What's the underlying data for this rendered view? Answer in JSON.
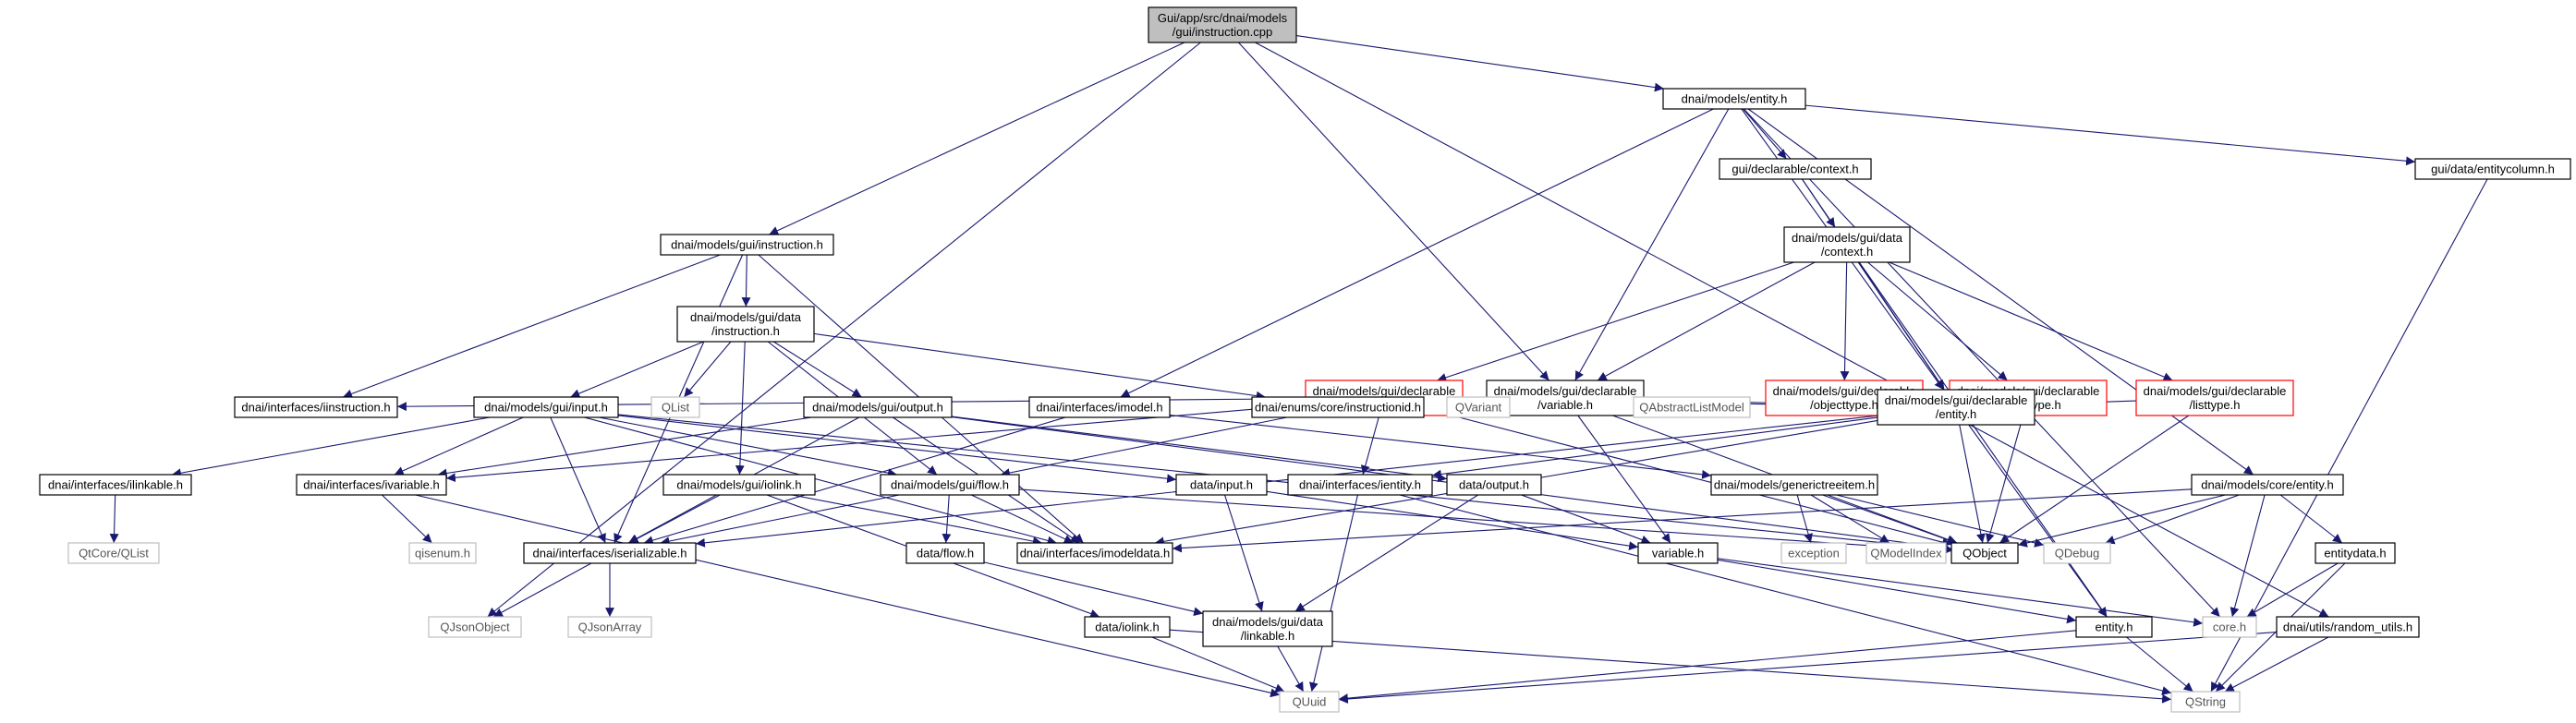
{
  "graph": {
    "nodes": [
      {
        "id": "root",
        "lines": [
          "Gui/app/src/dnai/models",
          "/gui/instruction.cpp"
        ],
        "style": "root"
      },
      {
        "id": "entity_h",
        "lines": [
          "dnai/models/entity.h"
        ],
        "style": "normal"
      },
      {
        "id": "gui_instruction_h",
        "lines": [
          "dnai/models/gui/instruction.h"
        ],
        "style": "normal"
      },
      {
        "id": "context_h",
        "lines": [
          "gui/declarable/context.h"
        ],
        "style": "normal"
      },
      {
        "id": "entitycolumn",
        "lines": [
          "gui/data/entitycolumn.h"
        ],
        "style": "normal"
      },
      {
        "id": "data_context",
        "lines": [
          "dnai/models/gui/data",
          "/context.h"
        ],
        "style": "normal"
      },
      {
        "id": "data_instruction",
        "lines": [
          "dnai/models/gui/data",
          "/instruction.h"
        ],
        "style": "normal"
      },
      {
        "id": "decl_function",
        "lines": [
          "dnai/models/gui/declarable",
          "/function.h"
        ],
        "style": "red"
      },
      {
        "id": "decl_variable",
        "lines": [
          "dnai/models/gui/declarable",
          "/variable.h"
        ],
        "style": "normal"
      },
      {
        "id": "decl_objecttype",
        "lines": [
          "dnai/models/gui/declarable",
          "/objecttype.h"
        ],
        "style": "red"
      },
      {
        "id": "decl_enumtype",
        "lines": [
          "dnai/models/gui/declarable",
          "/enumtype.h"
        ],
        "style": "red"
      },
      {
        "id": "decl_listtype",
        "lines": [
          "dnai/models/gui/declarable",
          "/listtype.h"
        ],
        "style": "red"
      },
      {
        "id": "iinstruction",
        "lines": [
          "dnai/interfaces/iinstruction.h"
        ],
        "style": "normal"
      },
      {
        "id": "qlist",
        "lines": [
          "QList"
        ],
        "style": "sys"
      },
      {
        "id": "gui_input",
        "lines": [
          "dnai/models/gui/input.h"
        ],
        "style": "normal"
      },
      {
        "id": "gui_output",
        "lines": [
          "dnai/models/gui/output.h"
        ],
        "style": "normal"
      },
      {
        "id": "imodel",
        "lines": [
          "dnai/interfaces/imodel.h"
        ],
        "style": "normal"
      },
      {
        "id": "qvariant",
        "lines": [
          "QVariant"
        ],
        "style": "sys"
      },
      {
        "id": "instructionid",
        "lines": [
          "dnai/enums/core/instructionid.h"
        ],
        "style": "normal"
      },
      {
        "id": "qabstractlistmodel",
        "lines": [
          "QAbstractListModel"
        ],
        "style": "sys"
      },
      {
        "id": "decl_entity",
        "lines": [
          "dnai/models/gui/declarable",
          "/entity.h"
        ],
        "style": "normal"
      },
      {
        "id": "ilinkable",
        "lines": [
          "dnai/interfaces/ilinkable.h"
        ],
        "style": "normal"
      },
      {
        "id": "ivariable",
        "lines": [
          "dnai/interfaces/ivariable.h"
        ],
        "style": "normal"
      },
      {
        "id": "iolink_h",
        "lines": [
          "dnai/models/gui/iolink.h"
        ],
        "style": "normal"
      },
      {
        "id": "gui_flow",
        "lines": [
          "dnai/models/gui/flow.h"
        ],
        "style": "normal"
      },
      {
        "id": "data_input",
        "lines": [
          "data/input.h"
        ],
        "style": "normal"
      },
      {
        "id": "ientity",
        "lines": [
          "dnai/interfaces/ientity.h"
        ],
        "style": "normal"
      },
      {
        "id": "data_output",
        "lines": [
          "data/output.h"
        ],
        "style": "normal"
      },
      {
        "id": "generictreeitem",
        "lines": [
          "dnai/models/generictreeitem.h"
        ],
        "style": "normal"
      },
      {
        "id": "core_entity",
        "lines": [
          "dnai/models/core/entity.h"
        ],
        "style": "normal"
      },
      {
        "id": "qtcore_qlist",
        "lines": [
          "QtCore/QList"
        ],
        "style": "sys"
      },
      {
        "id": "qisenum",
        "lines": [
          "qisenum.h"
        ],
        "style": "sys"
      },
      {
        "id": "iserializable",
        "lines": [
          "dnai/interfaces/iserializable.h"
        ],
        "style": "normal"
      },
      {
        "id": "data_flow",
        "lines": [
          "data/flow.h"
        ],
        "style": "normal"
      },
      {
        "id": "imodeldata",
        "lines": [
          "dnai/interfaces/imodeldata.h"
        ],
        "style": "normal"
      },
      {
        "id": "variable_h",
        "lines": [
          "variable.h"
        ],
        "style": "normal"
      },
      {
        "id": "exception",
        "lines": [
          "exception"
        ],
        "style": "sys"
      },
      {
        "id": "qmodelindex",
        "lines": [
          "QModelIndex"
        ],
        "style": "sys"
      },
      {
        "id": "qobject",
        "lines": [
          "QObject"
        ],
        "style": "normal"
      },
      {
        "id": "qdebug",
        "lines": [
          "QDebug"
        ],
        "style": "sys"
      },
      {
        "id": "entitydata",
        "lines": [
          "entitydata.h"
        ],
        "style": "normal"
      },
      {
        "id": "qjsonobject",
        "lines": [
          "QJsonObject"
        ],
        "style": "sys"
      },
      {
        "id": "qjsonarray",
        "lines": [
          "QJsonArray"
        ],
        "style": "sys"
      },
      {
        "id": "data_iolink",
        "lines": [
          "data/iolink.h"
        ],
        "style": "normal"
      },
      {
        "id": "data_linkable",
        "lines": [
          "dnai/models/gui/data",
          "/linkable.h"
        ],
        "style": "normal"
      },
      {
        "id": "entity_small",
        "lines": [
          "entity.h"
        ],
        "style": "normal"
      },
      {
        "id": "core_h",
        "lines": [
          "core.h"
        ],
        "style": "sys"
      },
      {
        "id": "random_utils",
        "lines": [
          "dnai/utils/random_utils.h"
        ],
        "style": "normal"
      },
      {
        "id": "quuid",
        "lines": [
          "QUuid"
        ],
        "style": "sys"
      },
      {
        "id": "qstring",
        "lines": [
          "QString"
        ],
        "style": "sys"
      }
    ],
    "edges": [
      [
        "root",
        "entity_h"
      ],
      [
        "root",
        "gui_instruction_h"
      ],
      [
        "root",
        "decl_variable"
      ],
      [
        "root",
        "qjsonobject"
      ],
      [
        "root",
        "random_utils"
      ],
      [
        "entity_h",
        "context_h"
      ],
      [
        "entity_h",
        "entitycolumn"
      ],
      [
        "entity_h",
        "decl_variable"
      ],
      [
        "entity_h",
        "decl_entity"
      ],
      [
        "entity_h",
        "imodel"
      ],
      [
        "entity_h",
        "core_entity"
      ],
      [
        "entity_h",
        "core_h"
      ],
      [
        "context_h",
        "data_context"
      ],
      [
        "context_h",
        "decl_entity"
      ],
      [
        "entitycolumn",
        "qstring"
      ],
      [
        "data_context",
        "decl_function"
      ],
      [
        "data_context",
        "decl_variable"
      ],
      [
        "data_context",
        "decl_objecttype"
      ],
      [
        "data_context",
        "decl_enumtype"
      ],
      [
        "data_context",
        "decl_listtype"
      ],
      [
        "data_context",
        "decl_entity"
      ],
      [
        "data_context",
        "entity_small"
      ],
      [
        "gui_instruction_h",
        "data_instruction"
      ],
      [
        "gui_instruction_h",
        "iinstruction"
      ],
      [
        "gui_instruction_h",
        "iserializable"
      ],
      [
        "gui_instruction_h",
        "imodeldata"
      ],
      [
        "data_instruction",
        "qlist"
      ],
      [
        "data_instruction",
        "gui_input"
      ],
      [
        "data_instruction",
        "gui_output"
      ],
      [
        "data_instruction",
        "iolink_h"
      ],
      [
        "data_instruction",
        "gui_flow"
      ],
      [
        "data_instruction",
        "instructionid"
      ],
      [
        "decl_function",
        "iinstruction"
      ],
      [
        "decl_function",
        "qvariant"
      ],
      [
        "decl_function",
        "gui_flow"
      ],
      [
        "decl_function",
        "ientity"
      ],
      [
        "decl_function",
        "qabstractlistmodel"
      ],
      [
        "decl_function",
        "decl_entity"
      ],
      [
        "decl_function",
        "ivariable"
      ],
      [
        "decl_function",
        "qobject"
      ],
      [
        "decl_variable",
        "qabstractlistmodel"
      ],
      [
        "decl_variable",
        "decl_entity"
      ],
      [
        "decl_variable",
        "variable_h"
      ],
      [
        "decl_variable",
        "qobject"
      ],
      [
        "decl_objecttype",
        "decl_entity"
      ],
      [
        "decl_enumtype",
        "decl_entity"
      ],
      [
        "decl_enumtype",
        "qobject"
      ],
      [
        "decl_listtype",
        "decl_entity"
      ],
      [
        "decl_listtype",
        "qobject"
      ],
      [
        "decl_entity",
        "ientity"
      ],
      [
        "decl_entity",
        "imodeldata"
      ],
      [
        "decl_entity",
        "entity_small"
      ],
      [
        "decl_entity",
        "qobject"
      ],
      [
        "decl_entity",
        "iserializable"
      ],
      [
        "gui_input",
        "ilinkable"
      ],
      [
        "gui_input",
        "ivariable"
      ],
      [
        "gui_input",
        "iserializable"
      ],
      [
        "gui_input",
        "imodeldata"
      ],
      [
        "gui_input",
        "data_input"
      ],
      [
        "gui_input",
        "gui_flow"
      ],
      [
        "gui_input",
        "qobject"
      ],
      [
        "gui_output",
        "ivariable"
      ],
      [
        "gui_output",
        "iserializable"
      ],
      [
        "gui_output",
        "imodeldata"
      ],
      [
        "gui_output",
        "data_output"
      ],
      [
        "gui_output",
        "qobject"
      ],
      [
        "imodel",
        "iserializable"
      ],
      [
        "imodel",
        "generictreeitem"
      ],
      [
        "ilinkable",
        "qtcore_qlist"
      ],
      [
        "ivariable",
        "qisenum"
      ],
      [
        "ivariable",
        "quuid"
      ],
      [
        "iolink_h",
        "iserializable"
      ],
      [
        "iolink_h",
        "imodeldata"
      ],
      [
        "iolink_h",
        "data_iolink"
      ],
      [
        "gui_flow",
        "iserializable"
      ],
      [
        "gui_flow",
        "data_flow"
      ],
      [
        "gui_flow",
        "imodeldata"
      ],
      [
        "gui_flow",
        "qobject"
      ],
      [
        "data_input",
        "variable_h"
      ],
      [
        "data_input",
        "data_linkable"
      ],
      [
        "ientity",
        "quuid"
      ],
      [
        "ientity",
        "qstring"
      ],
      [
        "data_output",
        "variable_h"
      ],
      [
        "data_output",
        "data_linkable"
      ],
      [
        "generictreeitem",
        "exception"
      ],
      [
        "generictreeitem",
        "qmodelindex"
      ],
      [
        "generictreeitem",
        "qdebug"
      ],
      [
        "generictreeitem",
        "qobject"
      ],
      [
        "core_entity",
        "qdebug"
      ],
      [
        "core_entity",
        "entitydata"
      ],
      [
        "core_entity",
        "core_h"
      ],
      [
        "core_entity",
        "imodeldata"
      ],
      [
        "core_entity",
        "qobject"
      ],
      [
        "iserializable",
        "qjsonobject"
      ],
      [
        "iserializable",
        "qjsonarray"
      ],
      [
        "data_flow",
        "data_linkable"
      ],
      [
        "variable_h",
        "entity_small"
      ],
      [
        "variable_h",
        "core_h"
      ],
      [
        "entitydata",
        "core_h"
      ],
      [
        "entitydata",
        "qstring"
      ],
      [
        "data_iolink",
        "quuid"
      ],
      [
        "data_iolink",
        "qstring"
      ],
      [
        "data_linkable",
        "quuid"
      ],
      [
        "entity_small",
        "quuid"
      ],
      [
        "entity_small",
        "qstring"
      ],
      [
        "random_utils",
        "quuid"
      ],
      [
        "random_utils",
        "qstring"
      ]
    ]
  }
}
